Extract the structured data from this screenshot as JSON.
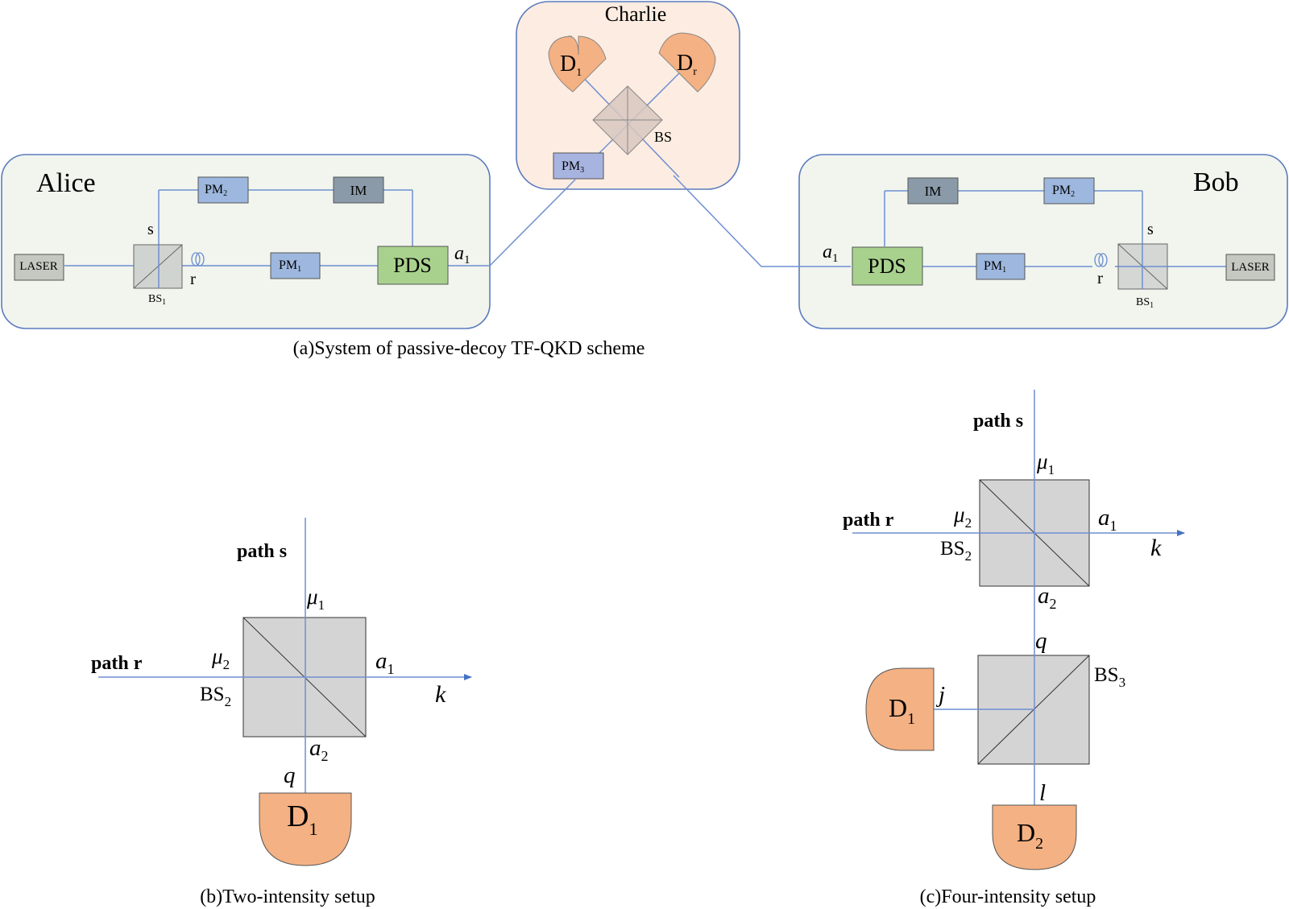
{
  "colors": {
    "alice_bob_bg": "#f1f5ee",
    "charlie_bg": "#fdece1",
    "panel_border": "#5b7bbd",
    "beam": "#6e8fd1",
    "pds_fill": "#a9d18e",
    "pm_fill": "#9db7de",
    "im_fill": "#8a9aa8",
    "laser_fill": "#c4c8c0",
    "bs_fill": "#d0d0d0",
    "detector_fill": "#f4b183"
  },
  "panel_a": {
    "caption": "(a)System of passive-decoy TF-QKD scheme",
    "alice": {
      "title": "Alice",
      "laser": "LASER",
      "bs1": "BS",
      "bs1_sub": "1",
      "path_s": "s",
      "path_r": "r",
      "pm2": "PM",
      "pm2_sub": "2",
      "im": "IM",
      "pm1": "PM",
      "pm1_sub": "1",
      "pds": "PDS",
      "a1": "a",
      "a1_sub": "1"
    },
    "charlie": {
      "title": "Charlie",
      "d1": "D",
      "d1_sub": "1",
      "dr": "D",
      "dr_sub": "r",
      "bs": "BS",
      "pm3": "PM",
      "pm3_sub": "3"
    },
    "bob": {
      "title": "Bob",
      "laser": "LASER",
      "bs1": "BS",
      "bs1_sub": "1",
      "path_s": "s",
      "path_r": "r",
      "pm2": "PM",
      "pm2_sub": "2",
      "im": "IM",
      "pm1": "PM",
      "pm1_sub": "1",
      "pds": "PDS",
      "a1": "a",
      "a1_sub": "1"
    }
  },
  "panel_b": {
    "caption": "(b)Two-intensity setup",
    "path_s": "path s",
    "path_r": "path r",
    "mu1": "μ",
    "mu1_sub": "1",
    "mu2": "μ",
    "mu2_sub": "2",
    "bs2": "BS",
    "bs2_sub": "2",
    "a1": "a",
    "a1_sub": "1",
    "a2": "a",
    "a2_sub": "2",
    "k": "k",
    "q": "q",
    "d1": "D",
    "d1_sub": "1"
  },
  "panel_c": {
    "caption": "(c)Four-intensity setup",
    "path_s": "path s",
    "path_r": "path r",
    "mu1": "μ",
    "mu1_sub": "1",
    "mu2": "μ",
    "mu2_sub": "2",
    "bs2": "BS",
    "bs2_sub": "2",
    "a1": "a",
    "a1_sub": "1",
    "a2": "a",
    "a2_sub": "2",
    "k": "k",
    "q": "q",
    "j": "j",
    "l": "l",
    "bs3": "BS",
    "bs3_sub": "3",
    "d1": "D",
    "d1_sub": "1",
    "d2": "D",
    "d2_sub": "2"
  }
}
